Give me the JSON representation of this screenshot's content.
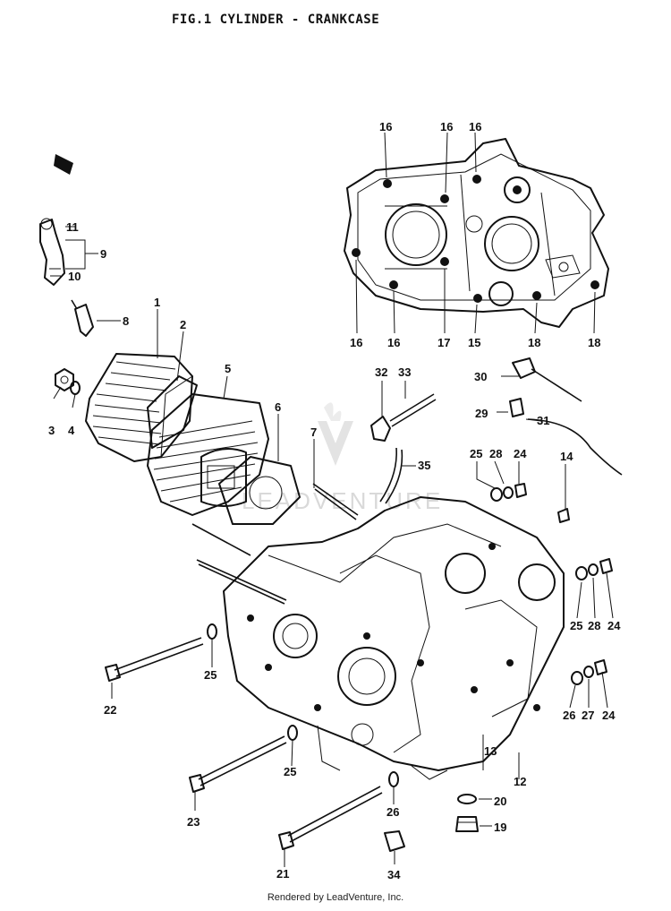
{
  "figure": {
    "title": "FIG.1  CYLINDER - CRANKCASE",
    "footer": "Rendered by LeadVenture, Inc.",
    "watermark": "LEADVENTURE"
  },
  "callouts": [
    "1",
    "2",
    "3",
    "4",
    "5",
    "6",
    "7",
    "8",
    "9",
    "10",
    "11",
    "12",
    "13",
    "14",
    "15",
    "16",
    "16",
    "16",
    "16",
    "16",
    "17",
    "18",
    "18",
    "19",
    "20",
    "21",
    "22",
    "23",
    "24",
    "24",
    "24",
    "25",
    "25",
    "25",
    "25",
    "26",
    "26",
    "27",
    "28",
    "28",
    "29",
    "30",
    "31",
    "32",
    "33",
    "34",
    "35"
  ]
}
